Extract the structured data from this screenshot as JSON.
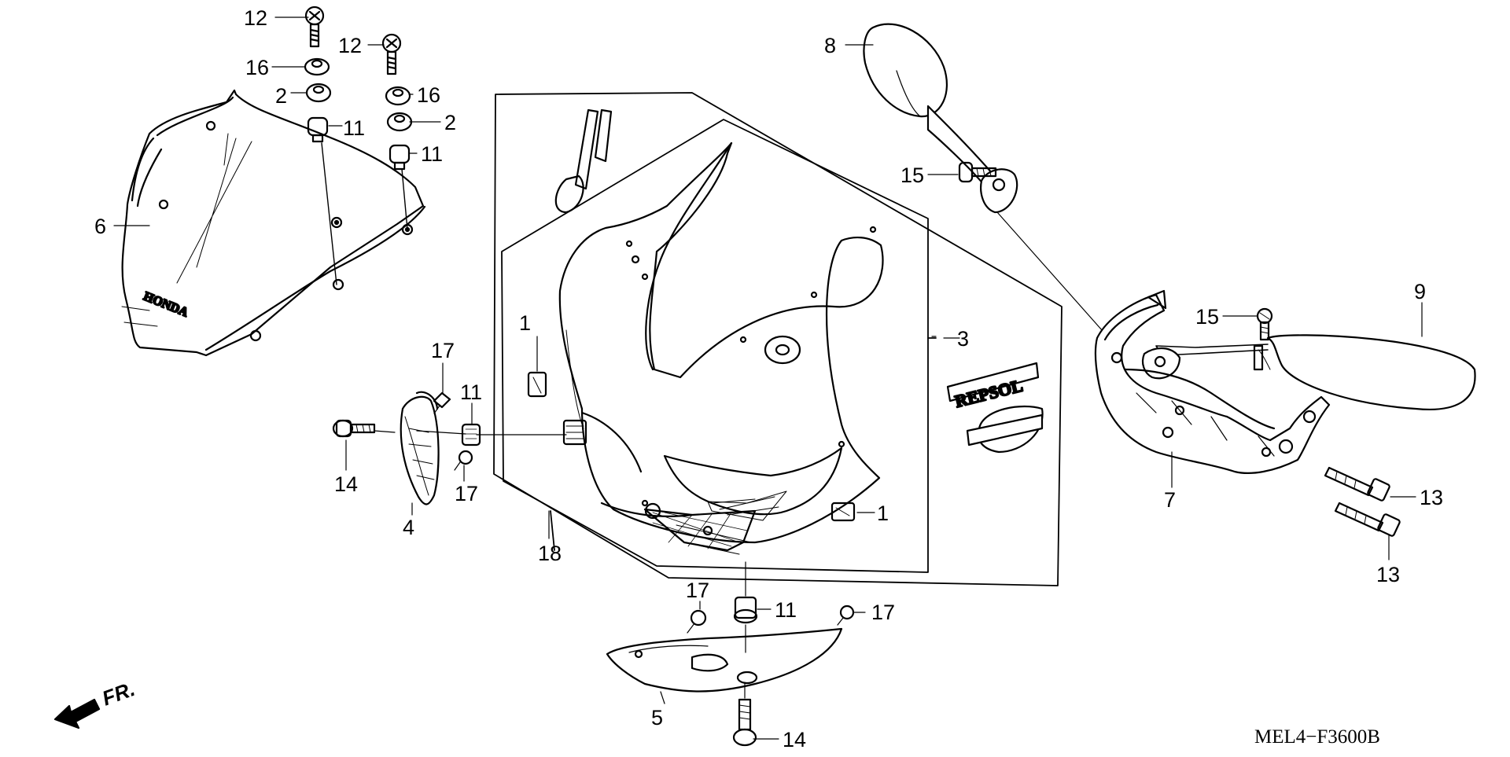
{
  "diagram": {
    "callouts": {
      "c12a": "12",
      "c16a": "16",
      "c2a": "2",
      "c11a": "11",
      "c12b": "12",
      "c16b": "16",
      "c2b": "2",
      "c11b": "11",
      "c6": "6",
      "c1a": "1",
      "c1b": "1",
      "c3": "3",
      "c8": "8",
      "c15a": "15",
      "c15b": "15",
      "c9": "9",
      "c7": "7",
      "c13a": "13",
      "c13b": "13",
      "c17a": "17",
      "c11c": "11",
      "c17b": "17",
      "c14a": "14",
      "c4": "4",
      "c18": "18",
      "c17c": "17",
      "c11d": "11",
      "c17d": "17",
      "c5": "5",
      "c14b": "14"
    },
    "decals": {
      "honda": "HONDA",
      "repsol": "REPSOL"
    },
    "direction_label": "FR.",
    "drawing_code": "MEL4−F3600B"
  }
}
